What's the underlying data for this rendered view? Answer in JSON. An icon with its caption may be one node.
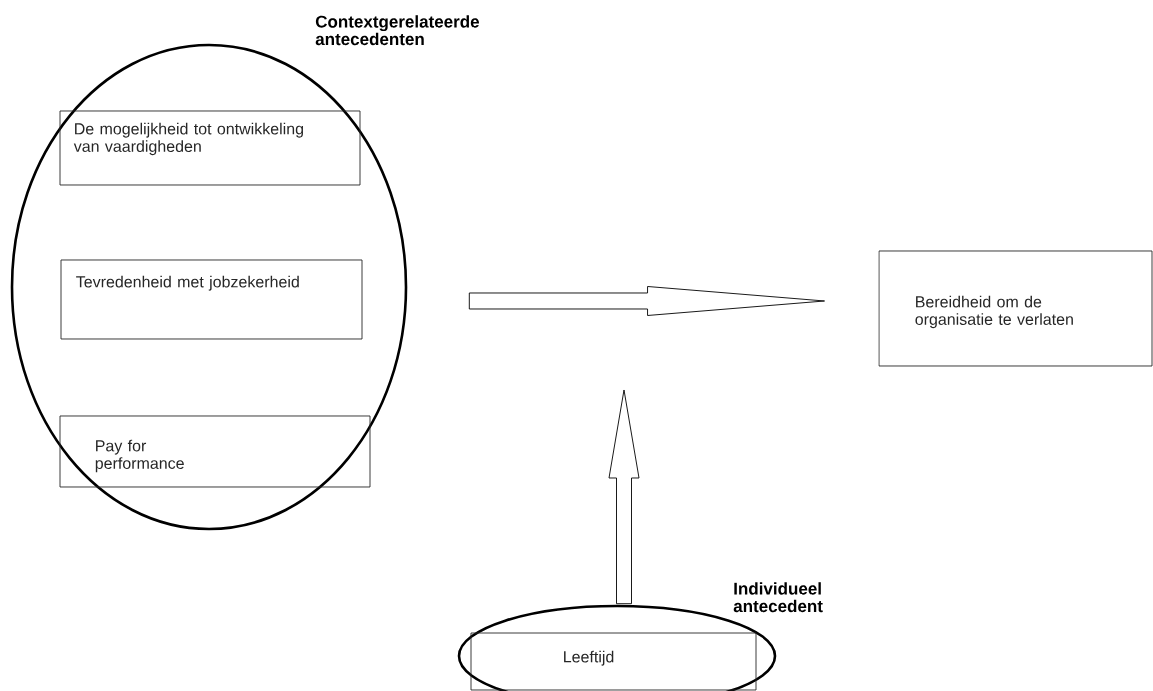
{
  "diagram": {
    "nodes": [
      {
        "text": [
          "Contextgerelateerde antecedenten"
        ]
      },
      {
        "text": [
          "De mogelijkheid tot ontwikkeling van vaardigheden"
        ],
        "in": 0
      },
      {
        "text": [
          "Tevredenheid met jobzekerheid"
        ],
        "in": 0
      },
      {
        "text": [
          "Pay for performance"
        ],
        "in": 0
      },
      {
        "text": [
          "Bereidheid om de organisatie te verlaten"
        ]
      },
      {
        "text": [
          "Individueel antecedent"
        ]
      },
      {
        "text": [
          "Leeftijd"
        ],
        "in": 5
      }
    ],
    "edges": [
      {
        "from": 0,
        "to": 4,
        "arrow": "to"
      },
      {
        "from": 5,
        "to": null,
        "arrow": "to"
      }
    ]
  }
}
